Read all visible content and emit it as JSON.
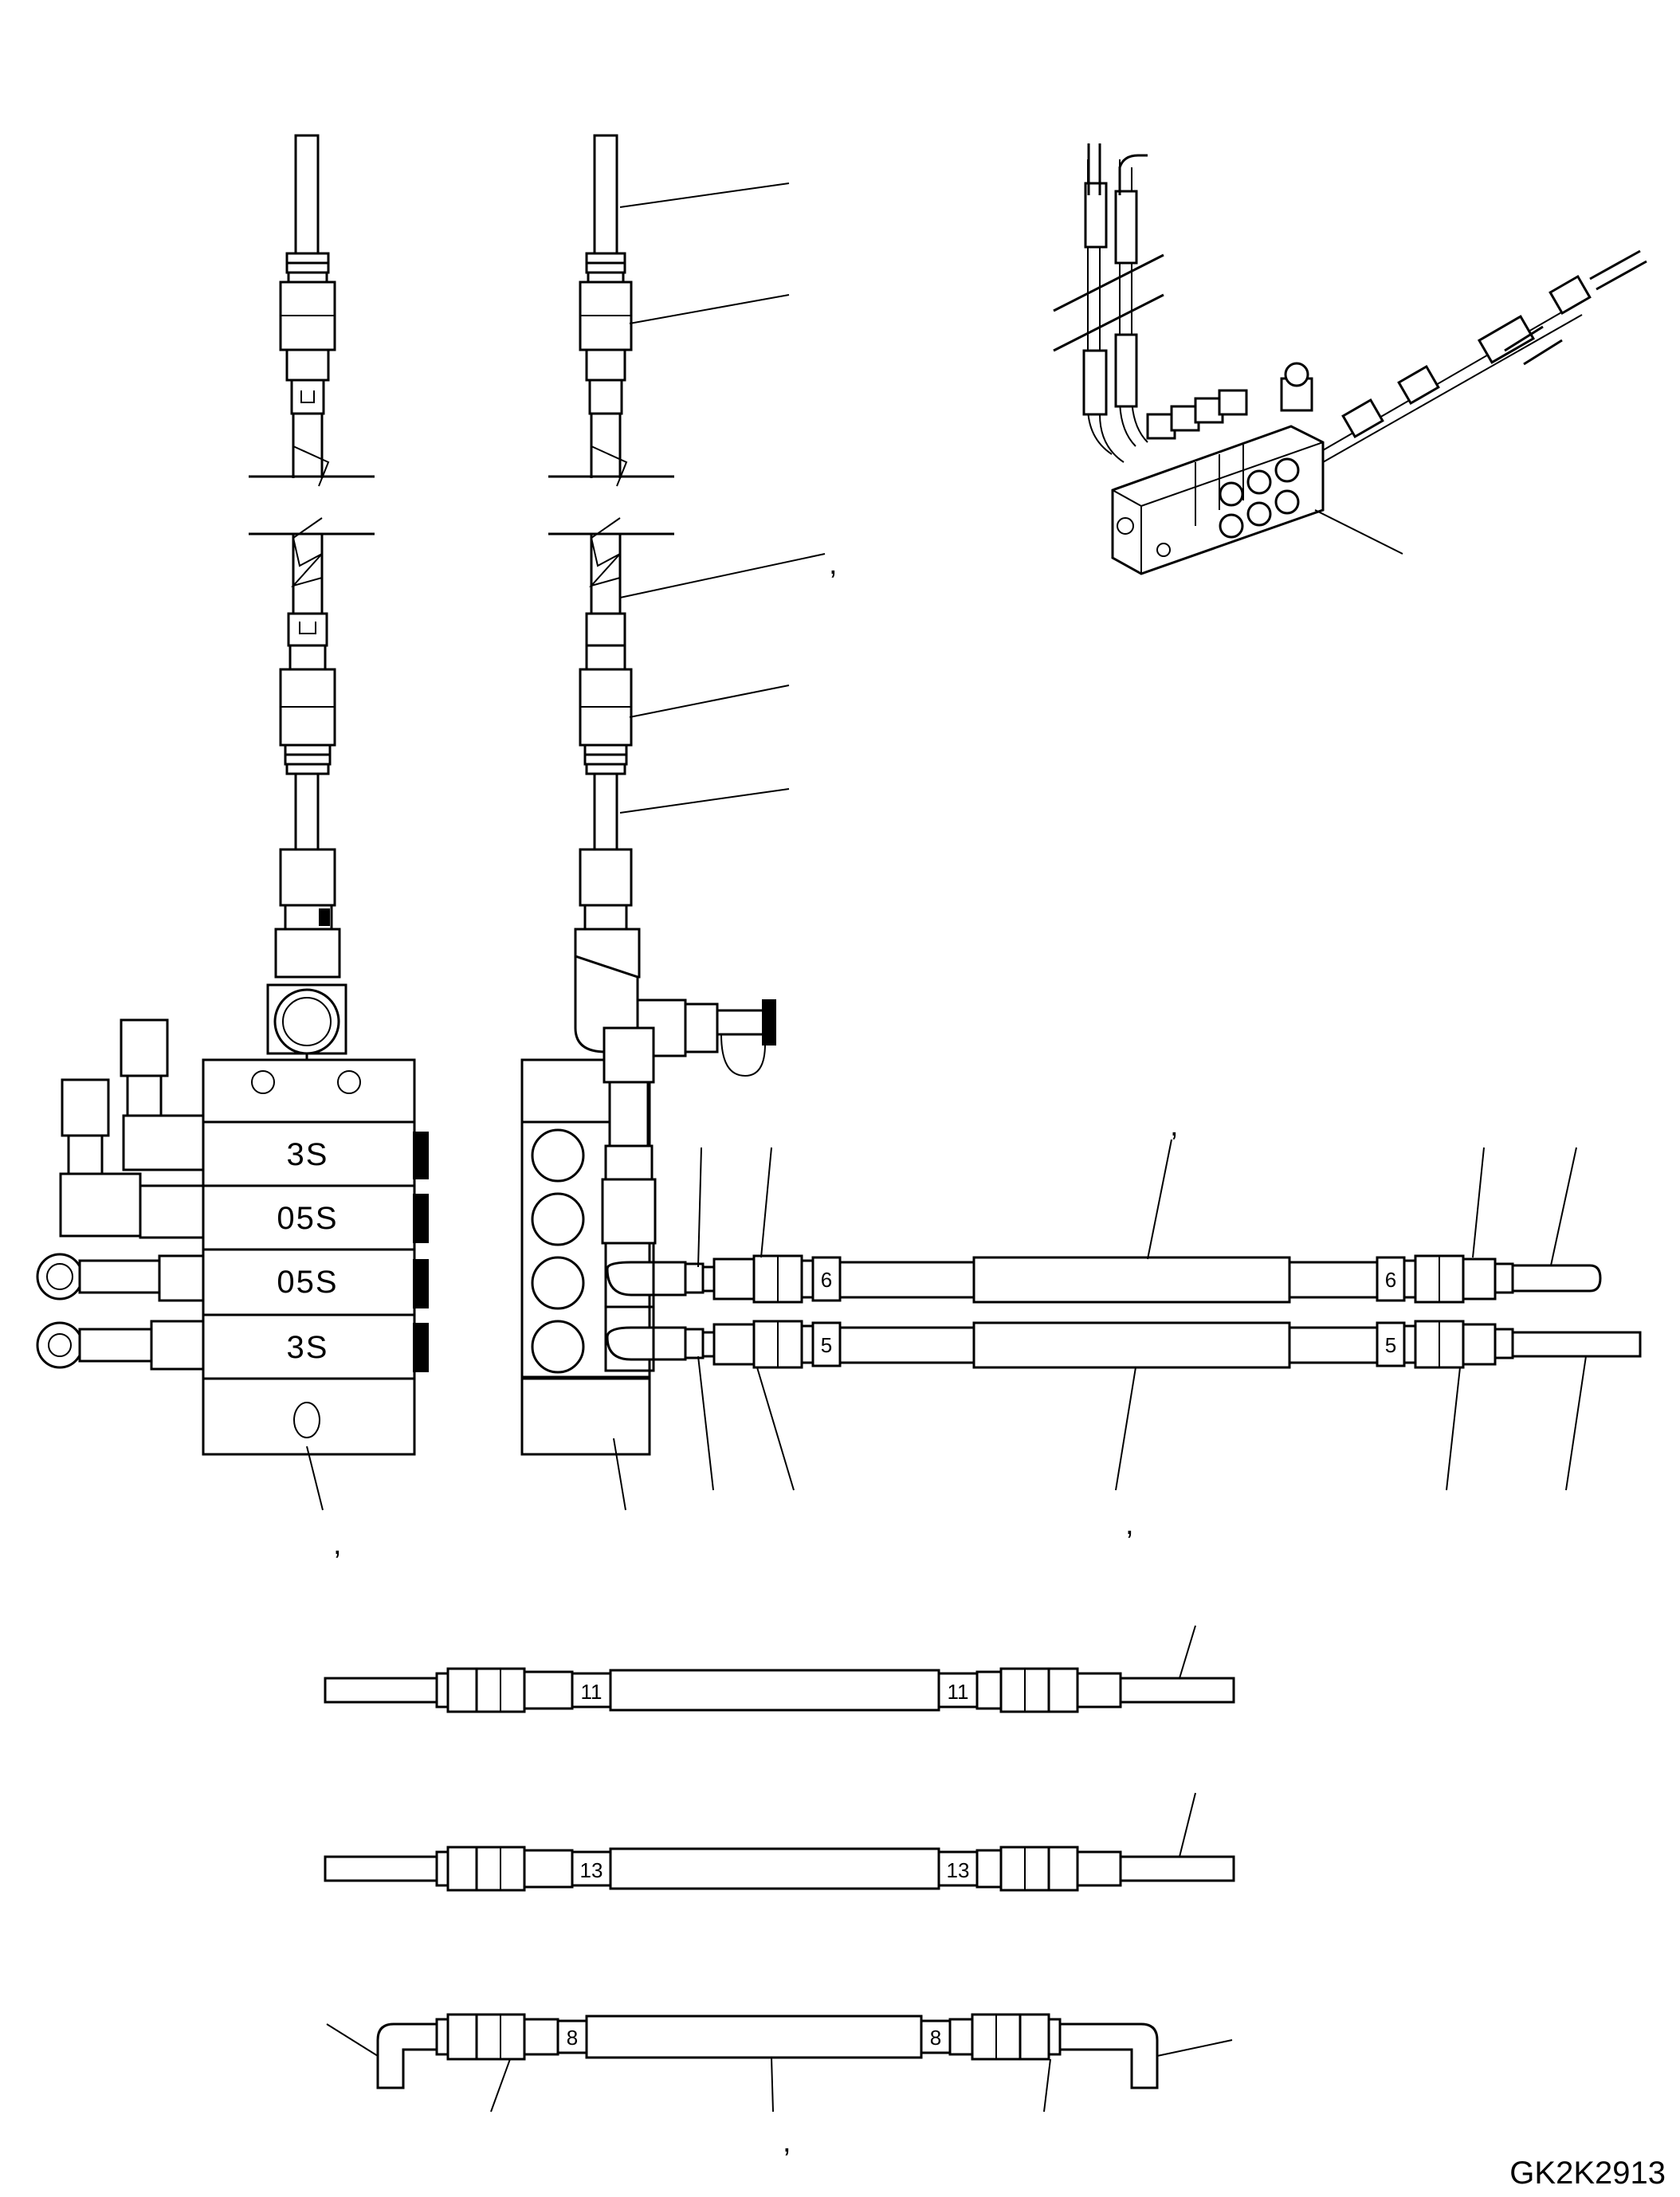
{
  "drawing": {
    "code": "GK2K2913",
    "block_labels": [
      "3S",
      "05S",
      "05S",
      "3S"
    ],
    "tube_tags": {
      "upper_hose": "6",
      "lower_hose": "5",
      "hose_11": "11",
      "hose_13": "13",
      "hose_8": "8"
    },
    "commas": [
      ","
    ]
  }
}
